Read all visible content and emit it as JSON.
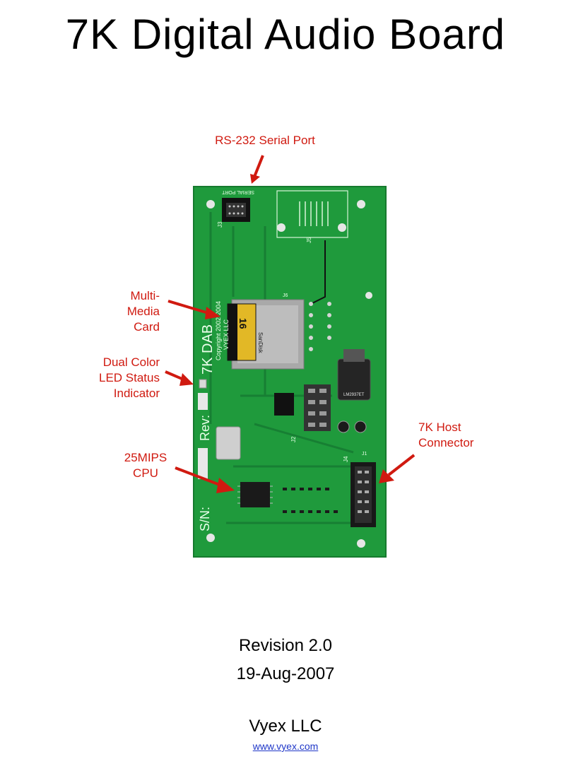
{
  "document": {
    "title": "7K Digital Audio Board",
    "revision": "Revision 2.0",
    "date": "19-Aug-2007",
    "company": "Vyex LLC",
    "website": "www.vyex.com"
  },
  "callouts": {
    "serial_port": "RS-232 Serial Port",
    "mmc_line1": "Multi-",
    "mmc_line2": "Media",
    "mmc_line3": "Card",
    "led_line1": "Dual Color",
    "led_line2": "LED Status",
    "led_line3": "Indicator",
    "host_line1": "7K Host",
    "host_line2": "Connector",
    "cpu_line1": "25MIPS",
    "cpu_line2": "CPU"
  },
  "board_silkscreen": {
    "name": "7K DAB",
    "copyright": "Copyright 2002-2004",
    "maker": "VYEX LLC",
    "rev_label": "Rev:",
    "sn_label": "S/N:",
    "serial_port_label": "SERIAL PORT",
    "j1": "J1",
    "j2": "J2",
    "j3": "J3",
    "j4": "J4",
    "j5": "J5",
    "j6": "J6",
    "card_label": "16",
    "card_brand": "SanDisk",
    "regulator_label": "LM2937ET"
  },
  "colors": {
    "accent_red": "#d01a10",
    "board_green": "#1f9a3c",
    "link_blue": "#1f37c8"
  }
}
